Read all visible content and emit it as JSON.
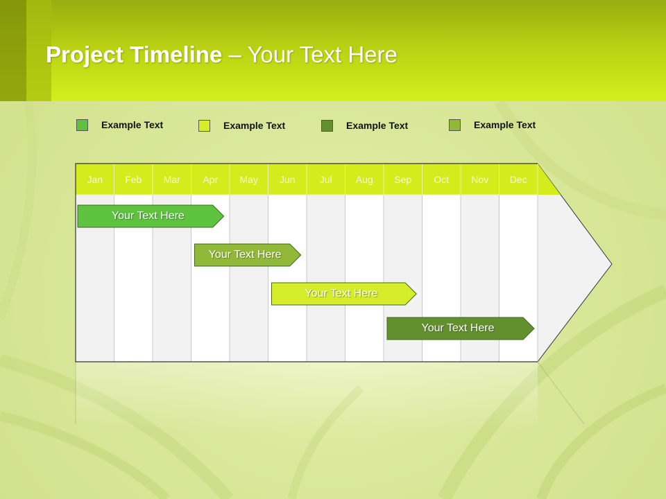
{
  "title": {
    "bold": "Project Timeline",
    "rest": " – Your Text Here"
  },
  "legend": [
    {
      "label": "Example Text",
      "color": "#5cc23f"
    },
    {
      "label": "Example Text",
      "color": "#d4ec2a"
    },
    {
      "label": "Example Text",
      "color": "#63902f"
    },
    {
      "label": "Example Text",
      "color": "#92b83a"
    }
  ],
  "timeline": {
    "months": [
      "Jan",
      "Feb",
      "Mar",
      "Apr",
      "May",
      "Jun",
      "Jul",
      "Aug",
      "Sep",
      "Oct",
      "Nov",
      "Dec"
    ],
    "header_color": "#d4ec1c",
    "tasks": [
      {
        "label": "Your  Text Here",
        "start": "Jan",
        "end": "Apr",
        "color": "#5cc23f",
        "text_color": "#ffffff"
      },
      {
        "label": "Your  Text Here",
        "start": "Apr",
        "end": "Jun",
        "color": "#92b83a",
        "text_color": "#ffffff"
      },
      {
        "label": "Your  Text Here",
        "start": "Jun",
        "end": "Sep",
        "color": "#d4ec2a",
        "text_color": "#ffffff"
      },
      {
        "label": "Your  Text Here",
        "start": "Sep",
        "end": "Dec",
        "color": "#63902f",
        "text_color": "#ffffff"
      }
    ]
  }
}
